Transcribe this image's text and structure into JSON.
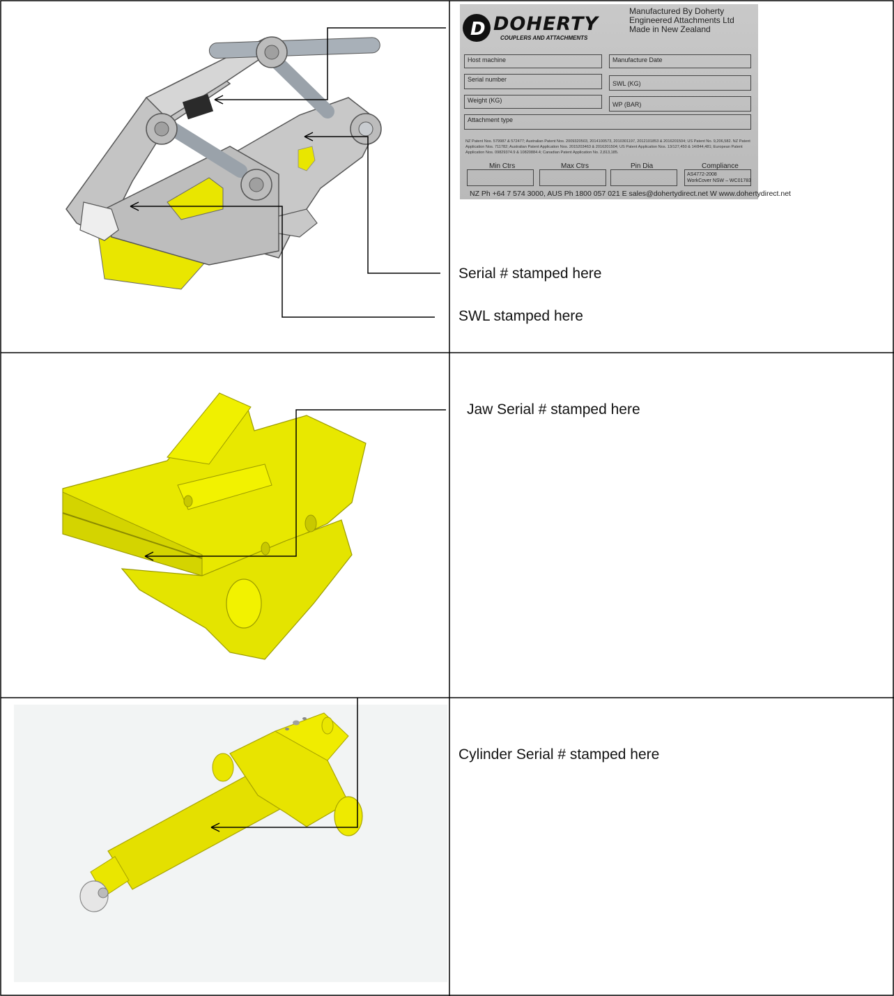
{
  "rows": [
    {
      "labels": [
        "Serial # stamped here",
        "SWL stamped here"
      ],
      "plate": {
        "brand": "DOHERTY",
        "brand_sub": "COUPLERS AND ATTACHMENTS",
        "manufacturer": [
          "Manufactured By Doherty",
          "Engineered Attachments Ltd",
          "Made in New Zealand"
        ],
        "fields": [
          "Host machine",
          "Manufacture  Date",
          "Serial number",
          "SWL  (KG)",
          "Weight  (KG)",
          "WP  (BAR)",
          "Attachment  type"
        ],
        "patents": "NZ Patent Nos. 579987 & 572477; Australian Patent Nos. 2009320503, 2014100573, 2010301197, 2012101853 & 2016201504; US Patent No. 9,206,582. NZ Patent Application Nos. 711782; Australian Patent Application Nos. 2015203463 & 2016201504; US Patent Application Nos. 13/127,450 & 14/844,481; European Patent Application Nos. 09829374.9 & 10820884.4; Canadian Patent Application No. 2,813,185.",
        "columns": [
          "Min Ctrs",
          "Max Ctrs",
          "Pin Dia",
          "Compliance"
        ],
        "compliance": [
          "AS4772-2008",
          "WorkCover NSW – WC01783"
        ],
        "contact": "NZ Ph +64 7 574 3000, AUS Ph 1800 057 021  E sales@dohertydirect.net   W  www.dohertydirect.net"
      }
    },
    {
      "labels": [
        "Jaw Serial # stamped here"
      ]
    },
    {
      "labels": [
        "Cylinder Serial # stamped here"
      ]
    }
  ],
  "colors": {
    "yellow": "#e8e600",
    "grey": "#b8b8b8",
    "border": "#000000"
  }
}
